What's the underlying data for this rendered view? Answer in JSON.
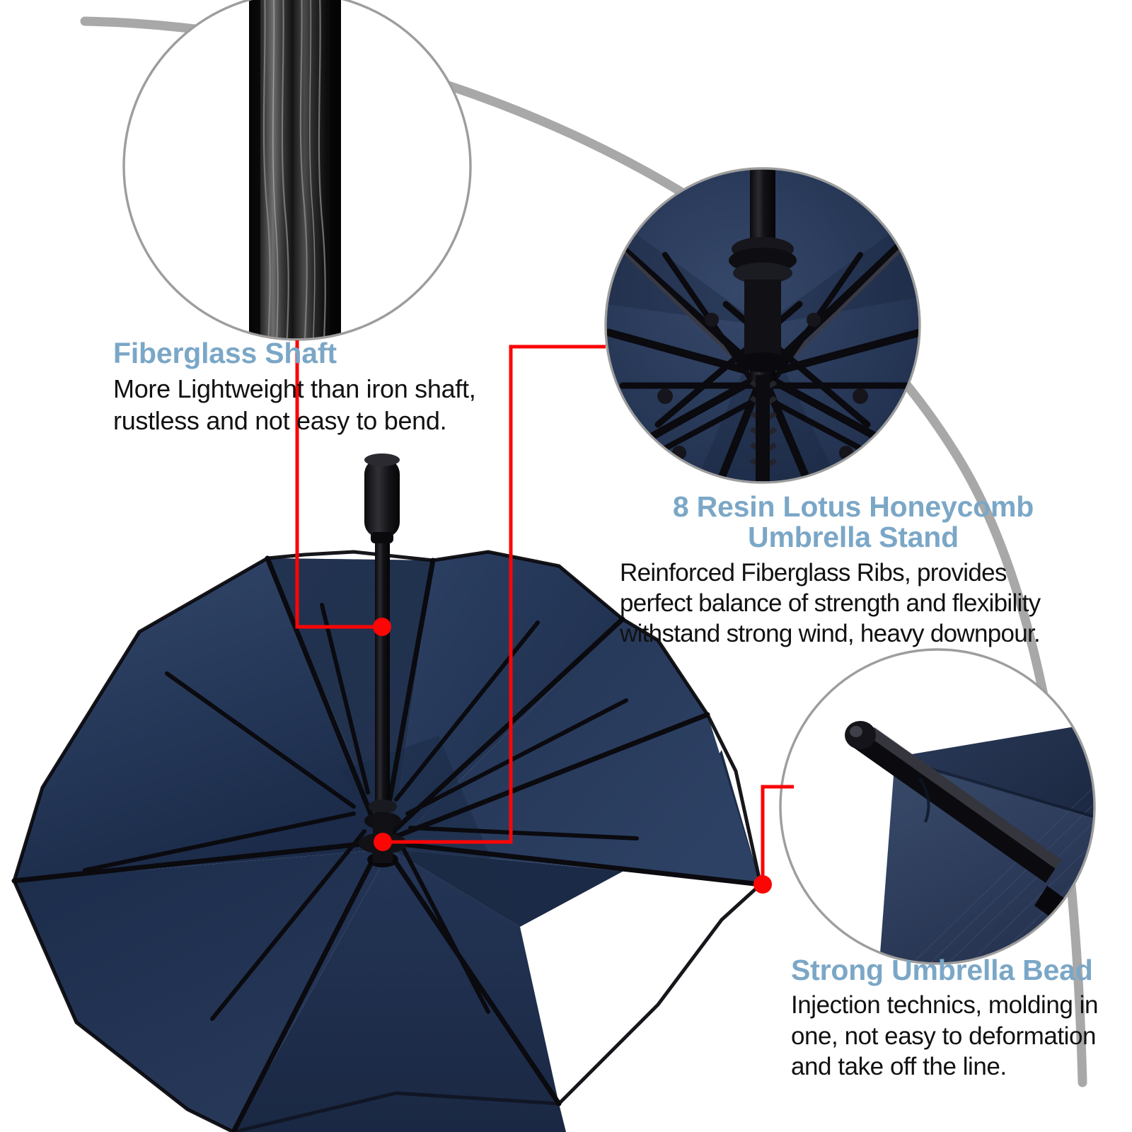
{
  "page": {
    "type": "product-feature-infographic",
    "subject": "navy golf umbrella",
    "background_color": "#ffffff",
    "heading_color": "#7ba7c7",
    "body_color": "#111111",
    "leader_color": "#fb0505",
    "callout_ring_color": "#9d9d9d",
    "sweep_arc_color": "#a8a8a8",
    "canopy_color": "#20304f",
    "canopy_color_light": "#30456a",
    "frame_color": "#0b0b0f"
  },
  "features": [
    {
      "id": "fiberglass-shaft",
      "heading": "Fiberglass Shaft",
      "body": "More Lightweight than iron shaft,\nrustless and not easy to bend.",
      "callout_image": "fiberglass-shaft-closeup"
    },
    {
      "id": "umbrella-stand",
      "heading": "8 Resin Lotus Honeycomb\nUmbrella Stand",
      "body": "Reinforced Fiberglass Ribs, provides\nperfect balance of strength and flexibility\nwithstand strong wind, heavy downpour.",
      "callout_image": "umbrella-ribs-hub-closeup"
    },
    {
      "id": "umbrella-bead",
      "heading": "Strong Umbrella Bead",
      "body": "Injection technics, molding in\none, not easy to deformation\nand take off the line.",
      "callout_image": "umbrella-tip-bead-closeup"
    }
  ]
}
